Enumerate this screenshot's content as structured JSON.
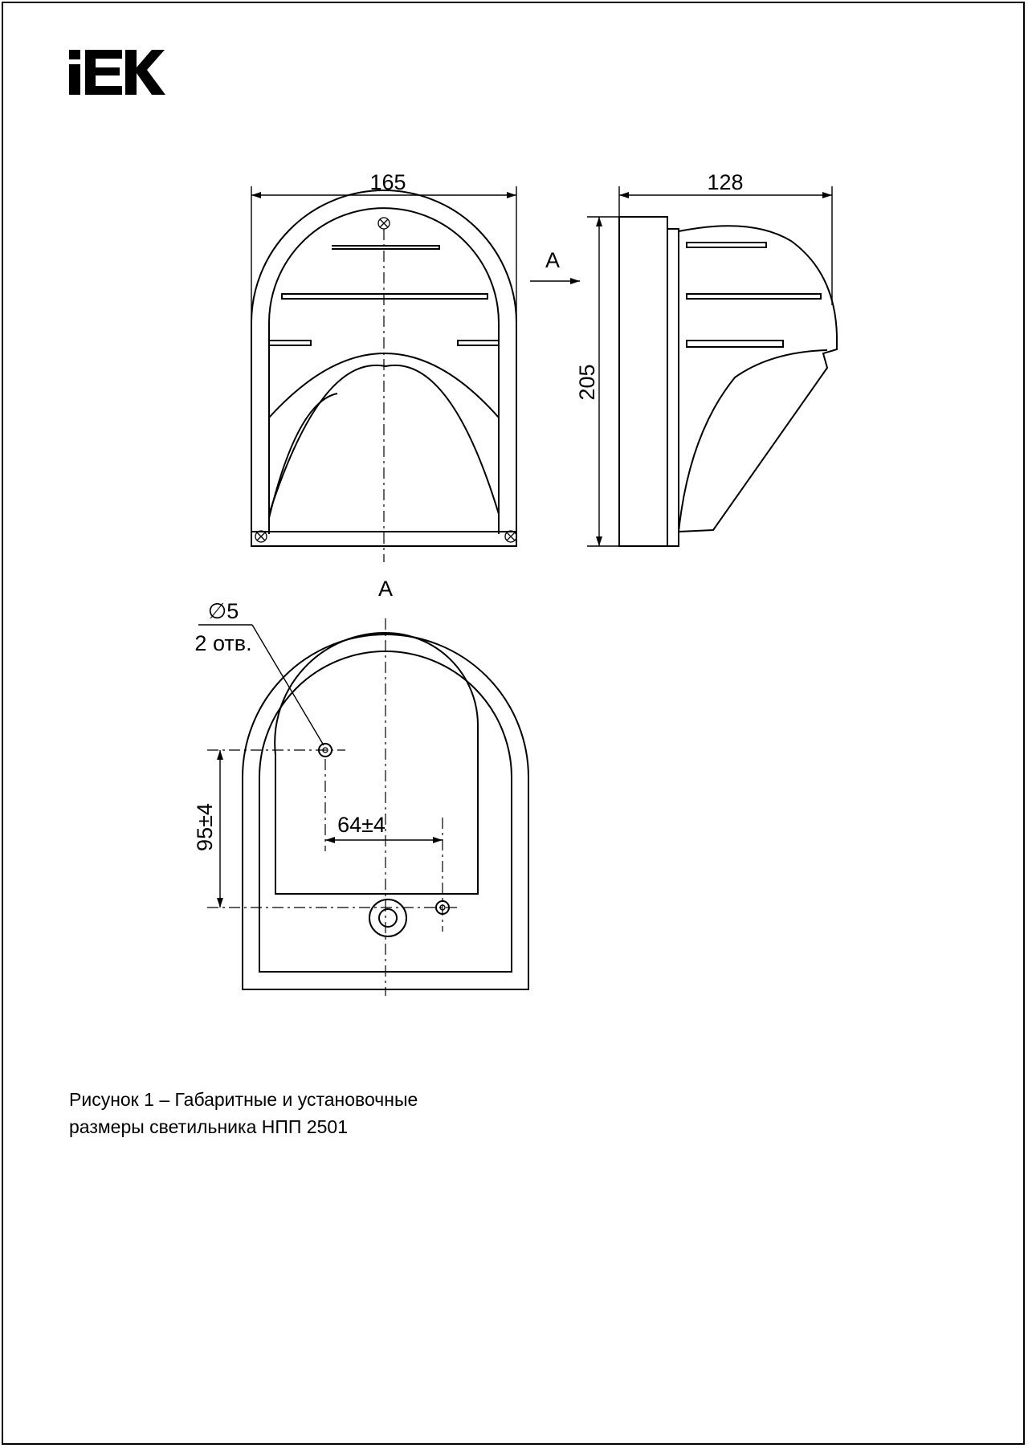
{
  "brand": {
    "logo_text": "IEK"
  },
  "drawing": {
    "front_view": {
      "width_label": "165",
      "view_arrow_label": "A"
    },
    "side_view": {
      "depth_label": "128",
      "height_label": "205"
    },
    "view_a": {
      "title": "A",
      "hole_diameter_label": "∅5",
      "hole_count_label": "2 отв.",
      "vertical_spacing_label": "95±4",
      "horizontal_spacing_label": "64±4"
    }
  },
  "caption": {
    "line1": "Рисунок 1 – Габаритные и установочные",
    "line2": "размеры светильника НПП 2501"
  }
}
